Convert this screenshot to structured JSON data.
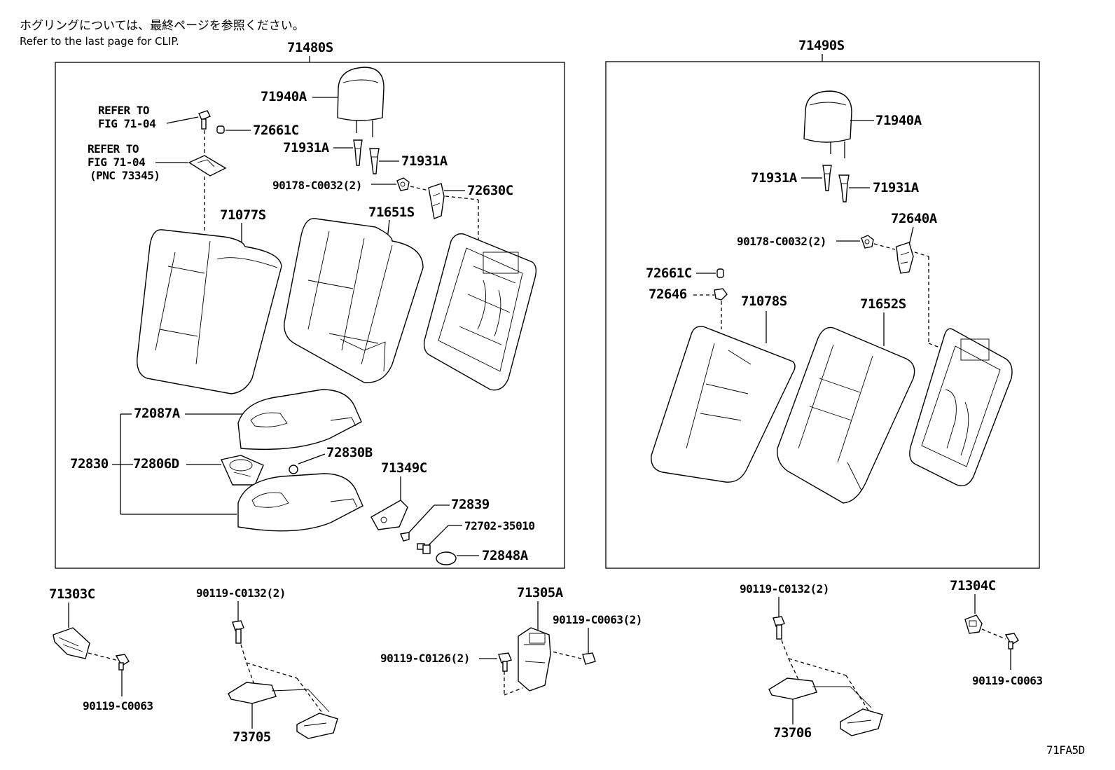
{
  "header": {
    "note_jp": "ホグリングについては、最終ページを参照ください。",
    "note_en": "Refer to the last page for CLIP."
  },
  "figure_code": "71FA5D",
  "left_assembly": "71480S",
  "right_assembly": "71490S",
  "labels": {
    "l_71940A": "71940A",
    "l_refer1a": "REFER TO",
    "l_refer1b": "FIG 71-04",
    "l_72661C": "72661C",
    "l_refer2a": "REFER TO",
    "l_refer2b": "FIG 71-04",
    "l_refer2c": "(PNC 73345)",
    "l_71931A_1": "71931A",
    "l_71931A_2": "71931A",
    "l_90178_1": "90178-C0032(2)",
    "l_72630C": "72630C",
    "l_71077S": "71077S",
    "l_71651S": "71651S",
    "l_72087A": "72087A",
    "l_72830": "72830",
    "l_72806D": "72806D",
    "l_72830B": "72830B",
    "l_71349C": "71349C",
    "l_72839": "72839",
    "l_72702": "72702-35010",
    "l_72848A": "72848A",
    "r_71940A": "71940A",
    "r_71931A_1": "71931A",
    "r_71931A_2": "71931A",
    "r_72640A": "72640A",
    "r_90178": "90178-C0032(2)",
    "r_72661C": "72661C",
    "r_72646": "72646",
    "r_71078S": "71078S",
    "r_71652S": "71652S",
    "b_71303C": "71303C",
    "b_90119_C0063_1": "90119-C0063",
    "b_90119_C0132_1": "90119-C0132(2)",
    "b_73705": "73705",
    "b_71305A": "71305A",
    "b_90119_C0063_2": "90119-C0063(2)",
    "b_90119_C0126": "90119-C0126(2)",
    "b_90119_C0132_2": "90119-C0132(2)",
    "b_73706": "73706",
    "b_71304C": "71304C",
    "b_90119_C0063_3": "90119-C0063"
  }
}
